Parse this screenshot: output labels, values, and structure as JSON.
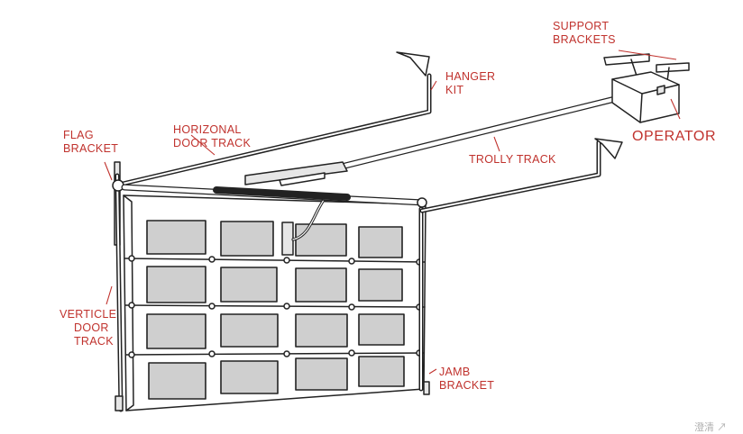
{
  "colors": {
    "label": "#c0322d",
    "line": "#222222",
    "panel_fill": "#cfcfcf",
    "part_fill": "#e6e6e6"
  },
  "labels": {
    "support_brackets": {
      "line1": "SUPPORT",
      "line2": "BRACKETS"
    },
    "hanger_kit": {
      "line1": "HANGER",
      "line2": "KIT"
    },
    "operator": "OPERATOR",
    "flag_bracket": {
      "line1": "FLAG",
      "line2": "BRACKET"
    },
    "horizontal_track": {
      "line1": "HORIZONAL",
      "line2": "DOOR TRACK"
    },
    "trolly_track": "TROLLY TRACK",
    "verticle_track": {
      "line1": "VERTICLE",
      "line2": "DOOR",
      "line3": "TRACK"
    },
    "jamb_bracket": {
      "line1": "JAMB",
      "line2": "BRACKET"
    }
  },
  "watermark": "澄清 ↗"
}
